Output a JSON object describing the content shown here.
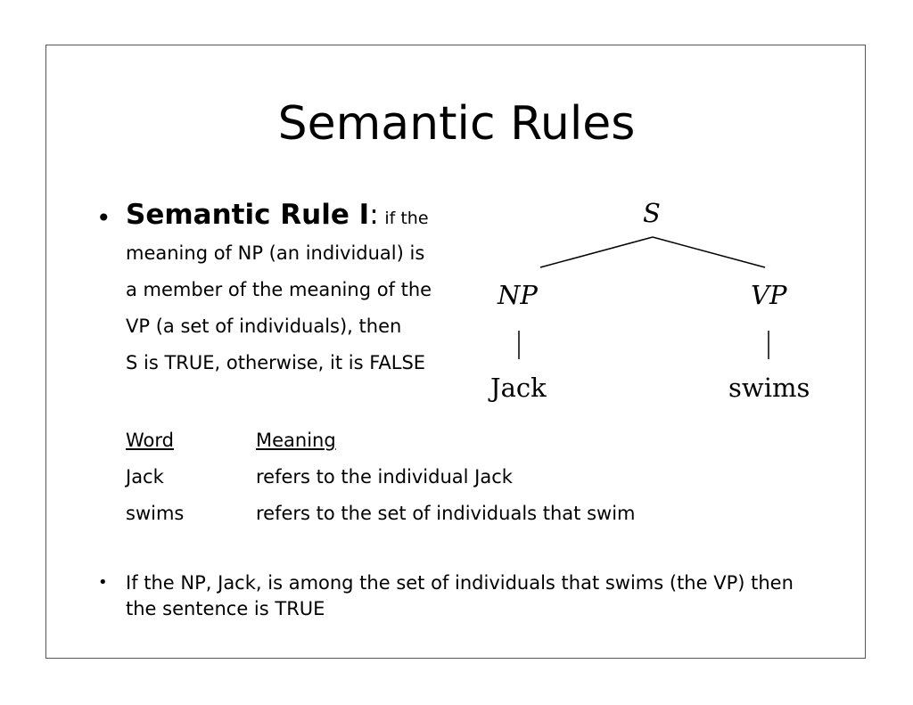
{
  "slide": {
    "title": "Semantic Rules",
    "rule": {
      "name": "Semantic Rule I",
      "colon": ":",
      "lines": [
        "if the",
        "meaning of NP (an individual) is",
        "a member of the meaning of the",
        "VP (a set of individuals), then",
        "S is TRUE, otherwise, it is FALSE"
      ]
    },
    "tree": {
      "root": "S",
      "left": "NP",
      "right": "VP",
      "left_leaf": "Jack",
      "right_leaf": "swims"
    },
    "lexicon": {
      "headers": {
        "word": "Word",
        "meaning": "Meaning"
      },
      "rows": [
        {
          "word": "Jack",
          "meaning": "refers to the individual Jack"
        },
        {
          "word": "swims",
          "meaning": "refers to the set of individuals that swim"
        }
      ]
    },
    "conclusion": "If the NP, Jack, is among the set of individuals that swims (the VP) then the sentence is TRUE"
  }
}
